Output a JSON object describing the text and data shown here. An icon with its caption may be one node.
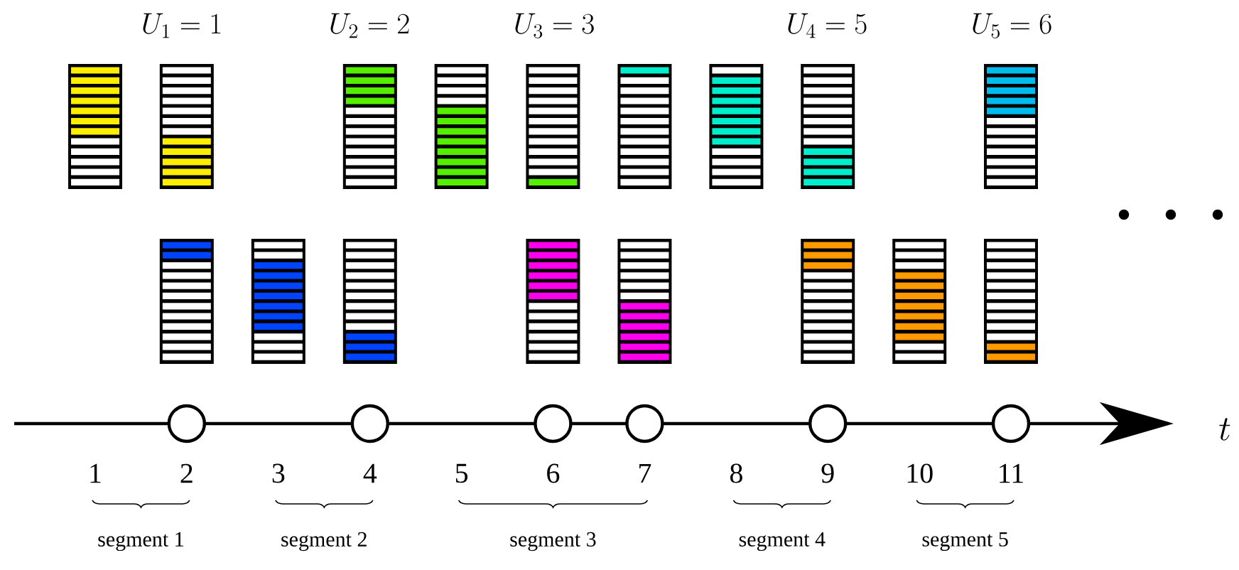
{
  "diagram": {
    "labels": [
      "U_1 = 1",
      "U_2 = 2",
      "U_3 = 3",
      "U_4 = 5",
      "U_5 = 6",
      "t",
      "1",
      "2",
      "3",
      "4",
      "5",
      "6",
      "7",
      "8",
      "9",
      "10",
      "11",
      "segment 1",
      "segment 2",
      "segment 3",
      "segment 4",
      "segment 5"
    ]
  }
}
